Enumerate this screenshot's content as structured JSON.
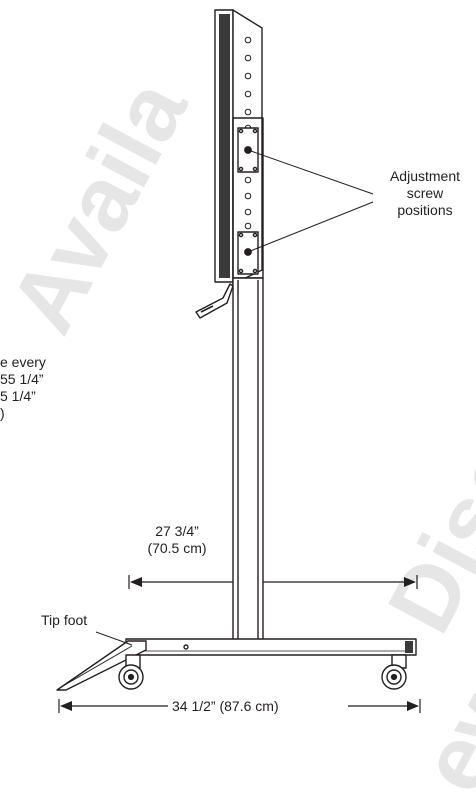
{
  "diagram": {
    "callout_adjustment": [
      "Adjustment",
      "screw",
      "positions"
    ],
    "clipped_note": [
      "e every",
      "55 1/4”",
      "5 1/4”",
      ")"
    ],
    "dim_width": [
      "27 3/4”",
      "(70.5 cm)"
    ],
    "dim_base": "34 1/2” (87.6 cm)",
    "label_tip_foot": "Tip foot"
  },
  "watermark": {
    "word_top": "Availa",
    "word_bottom_1": "Disc",
    "word_bottom_2": "ew"
  },
  "colors": {
    "line": "#231f20",
    "dark_fill": "#3a3a3a",
    "watermark": "#e6e6e6"
  }
}
